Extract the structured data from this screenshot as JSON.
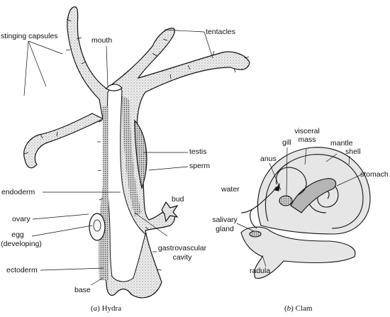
{
  "hydra": {
    "caption_letter": "a",
    "caption_name": "Hydra",
    "labels": {
      "stinging_capsules": "stinging capsules",
      "mouth": "mouth",
      "tentacles": "tentacles",
      "testis": "testis",
      "sperm": "sperm",
      "endoderm": "endoderm",
      "bud": "bud",
      "ovary": "ovary",
      "egg": "egg",
      "egg_note": "(developing)",
      "gastrovascular": "gastrovascular",
      "cavity": "cavity",
      "ectoderm": "ectoderm",
      "base": "base"
    }
  },
  "clam": {
    "caption_letter": "b",
    "caption_name": "Clam",
    "labels": {
      "visceral": "visceral",
      "mass": "mass",
      "gill": "gill",
      "mantle": "mantle",
      "anus": "anus",
      "shell": "shell",
      "stomach": "stomach",
      "water": "water",
      "salivary": "salivary",
      "gland": "gland",
      "radula": "radula"
    }
  },
  "colors": {
    "ink": "#111111",
    "stipple": "#d9d9d9",
    "clam_fill": "#e6e6e6"
  }
}
